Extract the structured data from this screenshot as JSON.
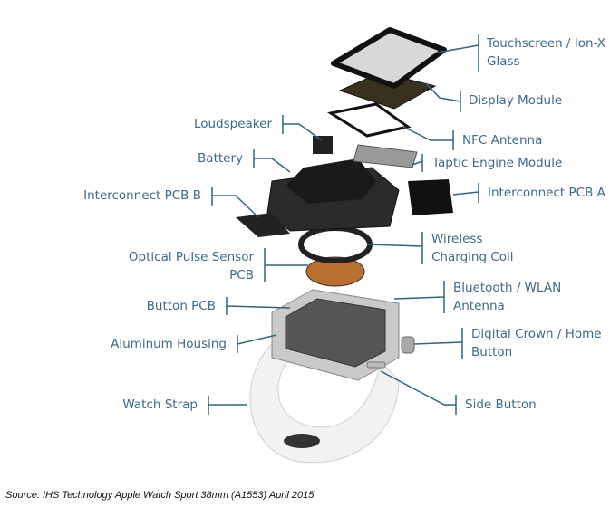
{
  "labels_right": [
    {
      "id": "touchscreen",
      "lines": [
        "Touchscreen / Ion-X",
        "Glass"
      ]
    },
    {
      "id": "display-module",
      "lines": [
        "Display Module"
      ]
    },
    {
      "id": "nfc-antenna",
      "lines": [
        "NFC Antenna"
      ]
    },
    {
      "id": "taptic-engine",
      "lines": [
        "Taptic Engine Module"
      ]
    },
    {
      "id": "interconnect-pcb-a",
      "lines": [
        "Interconnect PCB A"
      ]
    },
    {
      "id": "wireless-charging-coil",
      "lines": [
        "Wireless",
        "Charging Coil"
      ]
    },
    {
      "id": "bluetooth-wlan",
      "lines": [
        "Bluetooth / WLAN",
        "Antenna"
      ]
    },
    {
      "id": "digital-crown",
      "lines": [
        "Digital Crown / Home",
        "Button"
      ]
    },
    {
      "id": "side-button",
      "lines": [
        "Side Button"
      ]
    }
  ],
  "labels_left": [
    {
      "id": "loudspeaker",
      "lines": [
        "Loudspeaker"
      ]
    },
    {
      "id": "battery",
      "lines": [
        "Battery"
      ]
    },
    {
      "id": "interconnect-pcb-b",
      "lines": [
        "Interconnect PCB B"
      ]
    },
    {
      "id": "optical-pulse-sensor",
      "lines": [
        "Optical Pulse Sensor",
        "PCB"
      ]
    },
    {
      "id": "button-pcb",
      "lines": [
        "Button PCB"
      ]
    },
    {
      "id": "aluminum-housing",
      "lines": [
        "Aluminum Housing"
      ]
    },
    {
      "id": "watch-strap",
      "lines": [
        "Watch Strap"
      ]
    }
  ],
  "source": "Source: IHS Technology Apple Watch Sport 38mm (A1553) April 2015",
  "colors": {
    "label": "#3b6b89",
    "leader": "#2f6680"
  }
}
